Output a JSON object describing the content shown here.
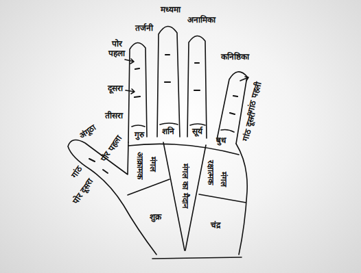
{
  "diagram": {
    "labels": [
      "मध्यमा",
      "अनामिका",
      "तर्जनी",
      "पोर पहला",
      "कनिष्ठिका",
      "दूसरा",
      "गांठ पहली",
      "गांठ दूसरी",
      "तीसरा",
      "अंगूठा",
      "पोर पहला",
      "गांठ",
      "पोर दूसरा",
      "गुरु",
      "शनि",
      "सूर्य",
      "बुध",
      "आक्रामक",
      "मंगल",
      "मंगल का मैदान",
      "रक्षात्मक",
      "मंगल",
      "शुक्र",
      "चंद्र"
    ]
  }
}
